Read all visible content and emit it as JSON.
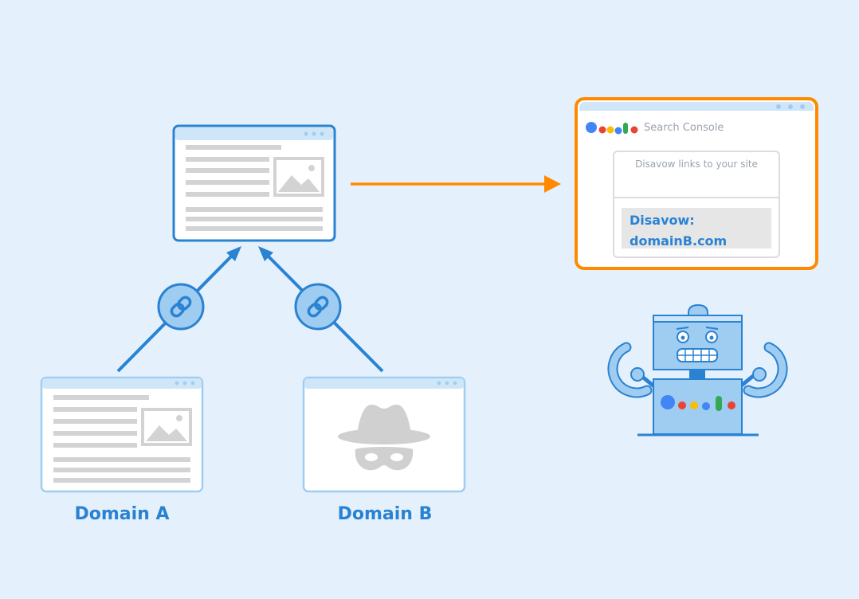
{
  "diagram": {
    "labels": {
      "domain_a": "Domain A",
      "domain_b": "Domain B"
    },
    "search_console": {
      "title": "Search Console",
      "prompt": "Disavow links to your site",
      "disavow_line1": "Disavow:",
      "disavow_line2": "domainB.com"
    }
  },
  "colors": {
    "background": "#e4f1fc",
    "primary_blue": "#2a82d2",
    "orange": "#ff8a00",
    "light_blue": "#9fcdf2",
    "gray": "#d0d0d0",
    "google_blue": "#4285f4",
    "google_red": "#ea4335",
    "google_yellow": "#fbbc05",
    "google_green": "#34a853"
  },
  "icons": [
    "link-icon",
    "image-icon",
    "spy-hat-icon",
    "google-logo-icon",
    "robot-icon",
    "arrow-icon"
  ]
}
